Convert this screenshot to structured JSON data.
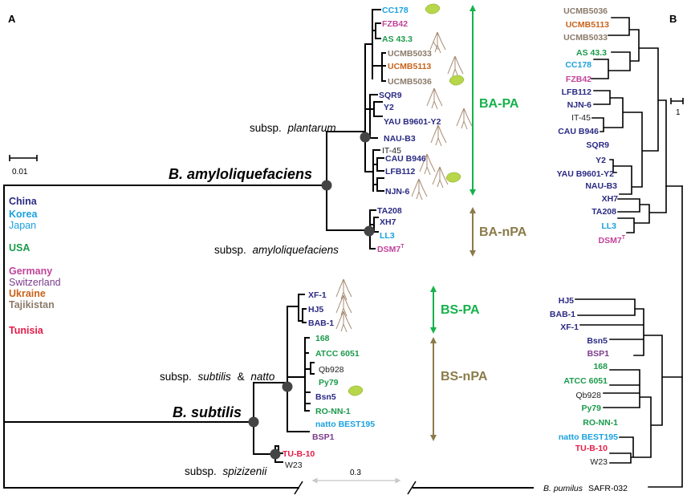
{
  "panels": {
    "a": "A",
    "b": "B"
  },
  "colors": {
    "china": "#2b2a84",
    "korea": "#1aa1dd",
    "japan": "#1aa1dd",
    "usa": "#1b9a4b",
    "germany": "#c2439a",
    "switzerland": "#7a3b8c",
    "ukraine": "#c8631a",
    "tajikistan": "#8b7b6a",
    "tunisia": "#e31c48",
    "other": "#222222",
    "pa_arrow": "#16b24b",
    "npa_arrow": "#8b7b4a",
    "node": "#444444",
    "leaf": "#b8d64a"
  },
  "legend": [
    {
      "label": "China",
      "color": "#2b2a84"
    },
    {
      "label": "Korea",
      "color": "#1aa1dd"
    },
    {
      "label": "Japan",
      "color": "#1aa1dd"
    },
    {
      "label": "USA",
      "color": "#1b9a4b"
    },
    {
      "label": "Germany",
      "color": "#c2439a"
    },
    {
      "label": "Switzerland",
      "color": "#7a3b8c"
    },
    {
      "label": "Ukraine",
      "color": "#c8631a"
    },
    {
      "label": "Tajikistan",
      "color": "#8b7b6a"
    },
    {
      "label": "Tunisia",
      "color": "#e31c48"
    }
  ],
  "scale_a": "0.01",
  "scale_b": "1",
  "bottom_scale": "0.3",
  "species": {
    "ba": "B. amyloliquefaciens",
    "bs": "B. subtilis"
  },
  "subsp": {
    "prefix": "subsp.",
    "plantarum": "plantarum",
    "amylo": "amyloliquefaciens",
    "subtilis_a": "subtilis",
    "amp": "&",
    "subtilis_b": "natto",
    "spiz": "spizizenii"
  },
  "groups": {
    "ba_pa": "BA-PA",
    "ba_npa": "BA-nPA",
    "bs_pa": "BS-PA",
    "bs_npa": "BS-nPA"
  },
  "outgroup": {
    "species": "B. pumilus",
    "strain": "SAFR-032"
  },
  "strains_a": [
    {
      "name": "CC178",
      "sup": "",
      "color": "#1aa1dd",
      "bold": true
    },
    {
      "name": "FZB42",
      "sup": "",
      "color": "#c2439a",
      "bold": true
    },
    {
      "name": "AS 43.3",
      "sup": "",
      "color": "#1b9a4b",
      "bold": true
    },
    {
      "name": "UCMB5033",
      "sup": "",
      "color": "#8b7b6a",
      "bold": true
    },
    {
      "name": "UCMB5113",
      "sup": "",
      "color": "#c8631a",
      "bold": true
    },
    {
      "name": "UCMB5036",
      "sup": "",
      "color": "#8b7b6a",
      "bold": true
    },
    {
      "name": "SQR9",
      "sup": "",
      "color": "#2b2a84",
      "bold": true
    },
    {
      "name": "Y2",
      "sup": "",
      "color": "#2b2a84",
      "bold": true
    },
    {
      "name": "YAU B9601-Y2",
      "sup": "",
      "color": "#2b2a84",
      "bold": true
    },
    {
      "name": "NAU-B3",
      "sup": "",
      "color": "#2b2a84",
      "bold": true
    },
    {
      "name": "IT-45",
      "sup": "",
      "color": "#222222",
      "bold": false
    },
    {
      "name": "CAU B946",
      "sup": "",
      "color": "#2b2a84",
      "bold": true
    },
    {
      "name": "LFB112",
      "sup": "",
      "color": "#2b2a84",
      "bold": true
    },
    {
      "name": "NJN-6",
      "sup": "",
      "color": "#2b2a84",
      "bold": true
    },
    {
      "name": "TA208",
      "sup": "",
      "color": "#2b2a84",
      "bold": true
    },
    {
      "name": "XH7",
      "sup": "",
      "color": "#2b2a84",
      "bold": true
    },
    {
      "name": "LL3",
      "sup": "",
      "color": "#1aa1dd",
      "bold": true
    },
    {
      "name": "DSM7",
      "sup": "T",
      "color": "#c2439a",
      "bold": true
    },
    {
      "name": "XF-1",
      "sup": "",
      "color": "#2b2a84",
      "bold": true
    },
    {
      "name": "HJ5",
      "sup": "",
      "color": "#2b2a84",
      "bold": true
    },
    {
      "name": "BAB-1",
      "sup": "",
      "color": "#2b2a84",
      "bold": true
    },
    {
      "name": "168",
      "sup": "",
      "color": "#1b9a4b",
      "bold": true
    },
    {
      "name": "ATCC 6051",
      "sup": "",
      "color": "#1b9a4b",
      "bold": true
    },
    {
      "name": "Qb928",
      "sup": "",
      "color": "#222222",
      "bold": false
    },
    {
      "name": "Py79",
      "sup": "",
      "color": "#1b9a4b",
      "bold": true
    },
    {
      "name": "Bsn5",
      "sup": "",
      "color": "#2b2a84",
      "bold": true
    },
    {
      "name": "RO-NN-1",
      "sup": "",
      "color": "#1b9a4b",
      "bold": true
    },
    {
      "name": "natto BEST195",
      "sup": "",
      "color": "#1aa1dd",
      "bold": true
    },
    {
      "name": "BSP1",
      "sup": "",
      "color": "#7a3b8c",
      "bold": true
    },
    {
      "name": "TU-B-10",
      "sup": "",
      "color": "#e31c48",
      "bold": true
    },
    {
      "name": "W23",
      "sup": "",
      "color": "#222222",
      "bold": false
    }
  ],
  "strains_b": [
    {
      "name": "UCMB5036",
      "sup": "",
      "color": "#8b7b6a",
      "bold": true
    },
    {
      "name": "UCMB5113",
      "sup": "",
      "color": "#c8631a",
      "bold": true
    },
    {
      "name": "UCMB5033",
      "sup": "",
      "color": "#8b7b6a",
      "bold": true
    },
    {
      "name": "AS 43.3",
      "sup": "",
      "color": "#1b9a4b",
      "bold": true
    },
    {
      "name": "CC178",
      "sup": "",
      "color": "#1aa1dd",
      "bold": true
    },
    {
      "name": "FZB42",
      "sup": "",
      "color": "#c2439a",
      "bold": true
    },
    {
      "name": "LFB112",
      "sup": "",
      "color": "#2b2a84",
      "bold": true
    },
    {
      "name": "NJN-6",
      "sup": "",
      "color": "#2b2a84",
      "bold": true
    },
    {
      "name": "IT-45",
      "sup": "",
      "color": "#222222",
      "bold": false
    },
    {
      "name": "CAU B946",
      "sup": "",
      "color": "#2b2a84",
      "bold": true
    },
    {
      "name": "SQR9",
      "sup": "",
      "color": "#2b2a84",
      "bold": true
    },
    {
      "name": "Y2",
      "sup": "",
      "color": "#2b2a84",
      "bold": true
    },
    {
      "name": "YAU B9601-Y2",
      "sup": "",
      "color": "#2b2a84",
      "bold": true
    },
    {
      "name": "NAU-B3",
      "sup": "",
      "color": "#2b2a84",
      "bold": true
    },
    {
      "name": "XH7",
      "sup": "",
      "color": "#2b2a84",
      "bold": true
    },
    {
      "name": "TA208",
      "sup": "",
      "color": "#2b2a84",
      "bold": true
    },
    {
      "name": "LL3",
      "sup": "",
      "color": "#1aa1dd",
      "bold": true
    },
    {
      "name": "DSM7",
      "sup": "T",
      "color": "#c2439a",
      "bold": true
    },
    {
      "name": "HJ5",
      "sup": "",
      "color": "#2b2a84",
      "bold": true
    },
    {
      "name": "BAB-1",
      "sup": "",
      "color": "#2b2a84",
      "bold": true
    },
    {
      "name": "XF-1",
      "sup": "",
      "color": "#2b2a84",
      "bold": true
    },
    {
      "name": "Bsn5",
      "sup": "",
      "color": "#2b2a84",
      "bold": true
    },
    {
      "name": "BSP1",
      "sup": "",
      "color": "#7a3b8c",
      "bold": true
    },
    {
      "name": "168",
      "sup": "",
      "color": "#1b9a4b",
      "bold": true
    },
    {
      "name": "ATCC 6051",
      "sup": "",
      "color": "#1b9a4b",
      "bold": true
    },
    {
      "name": "Qb928",
      "sup": "",
      "color": "#222222",
      "bold": false
    },
    {
      "name": "Py79",
      "sup": "",
      "color": "#1b9a4b",
      "bold": true
    },
    {
      "name": "RO-NN-1",
      "sup": "",
      "color": "#1b9a4b",
      "bold": true
    },
    {
      "name": "natto BEST195",
      "sup": "",
      "color": "#1aa1dd",
      "bold": true
    },
    {
      "name": "TU-B-10",
      "sup": "",
      "color": "#e31c48",
      "bold": true
    },
    {
      "name": "W23",
      "sup": "",
      "color": "#222222",
      "bold": false
    }
  ]
}
